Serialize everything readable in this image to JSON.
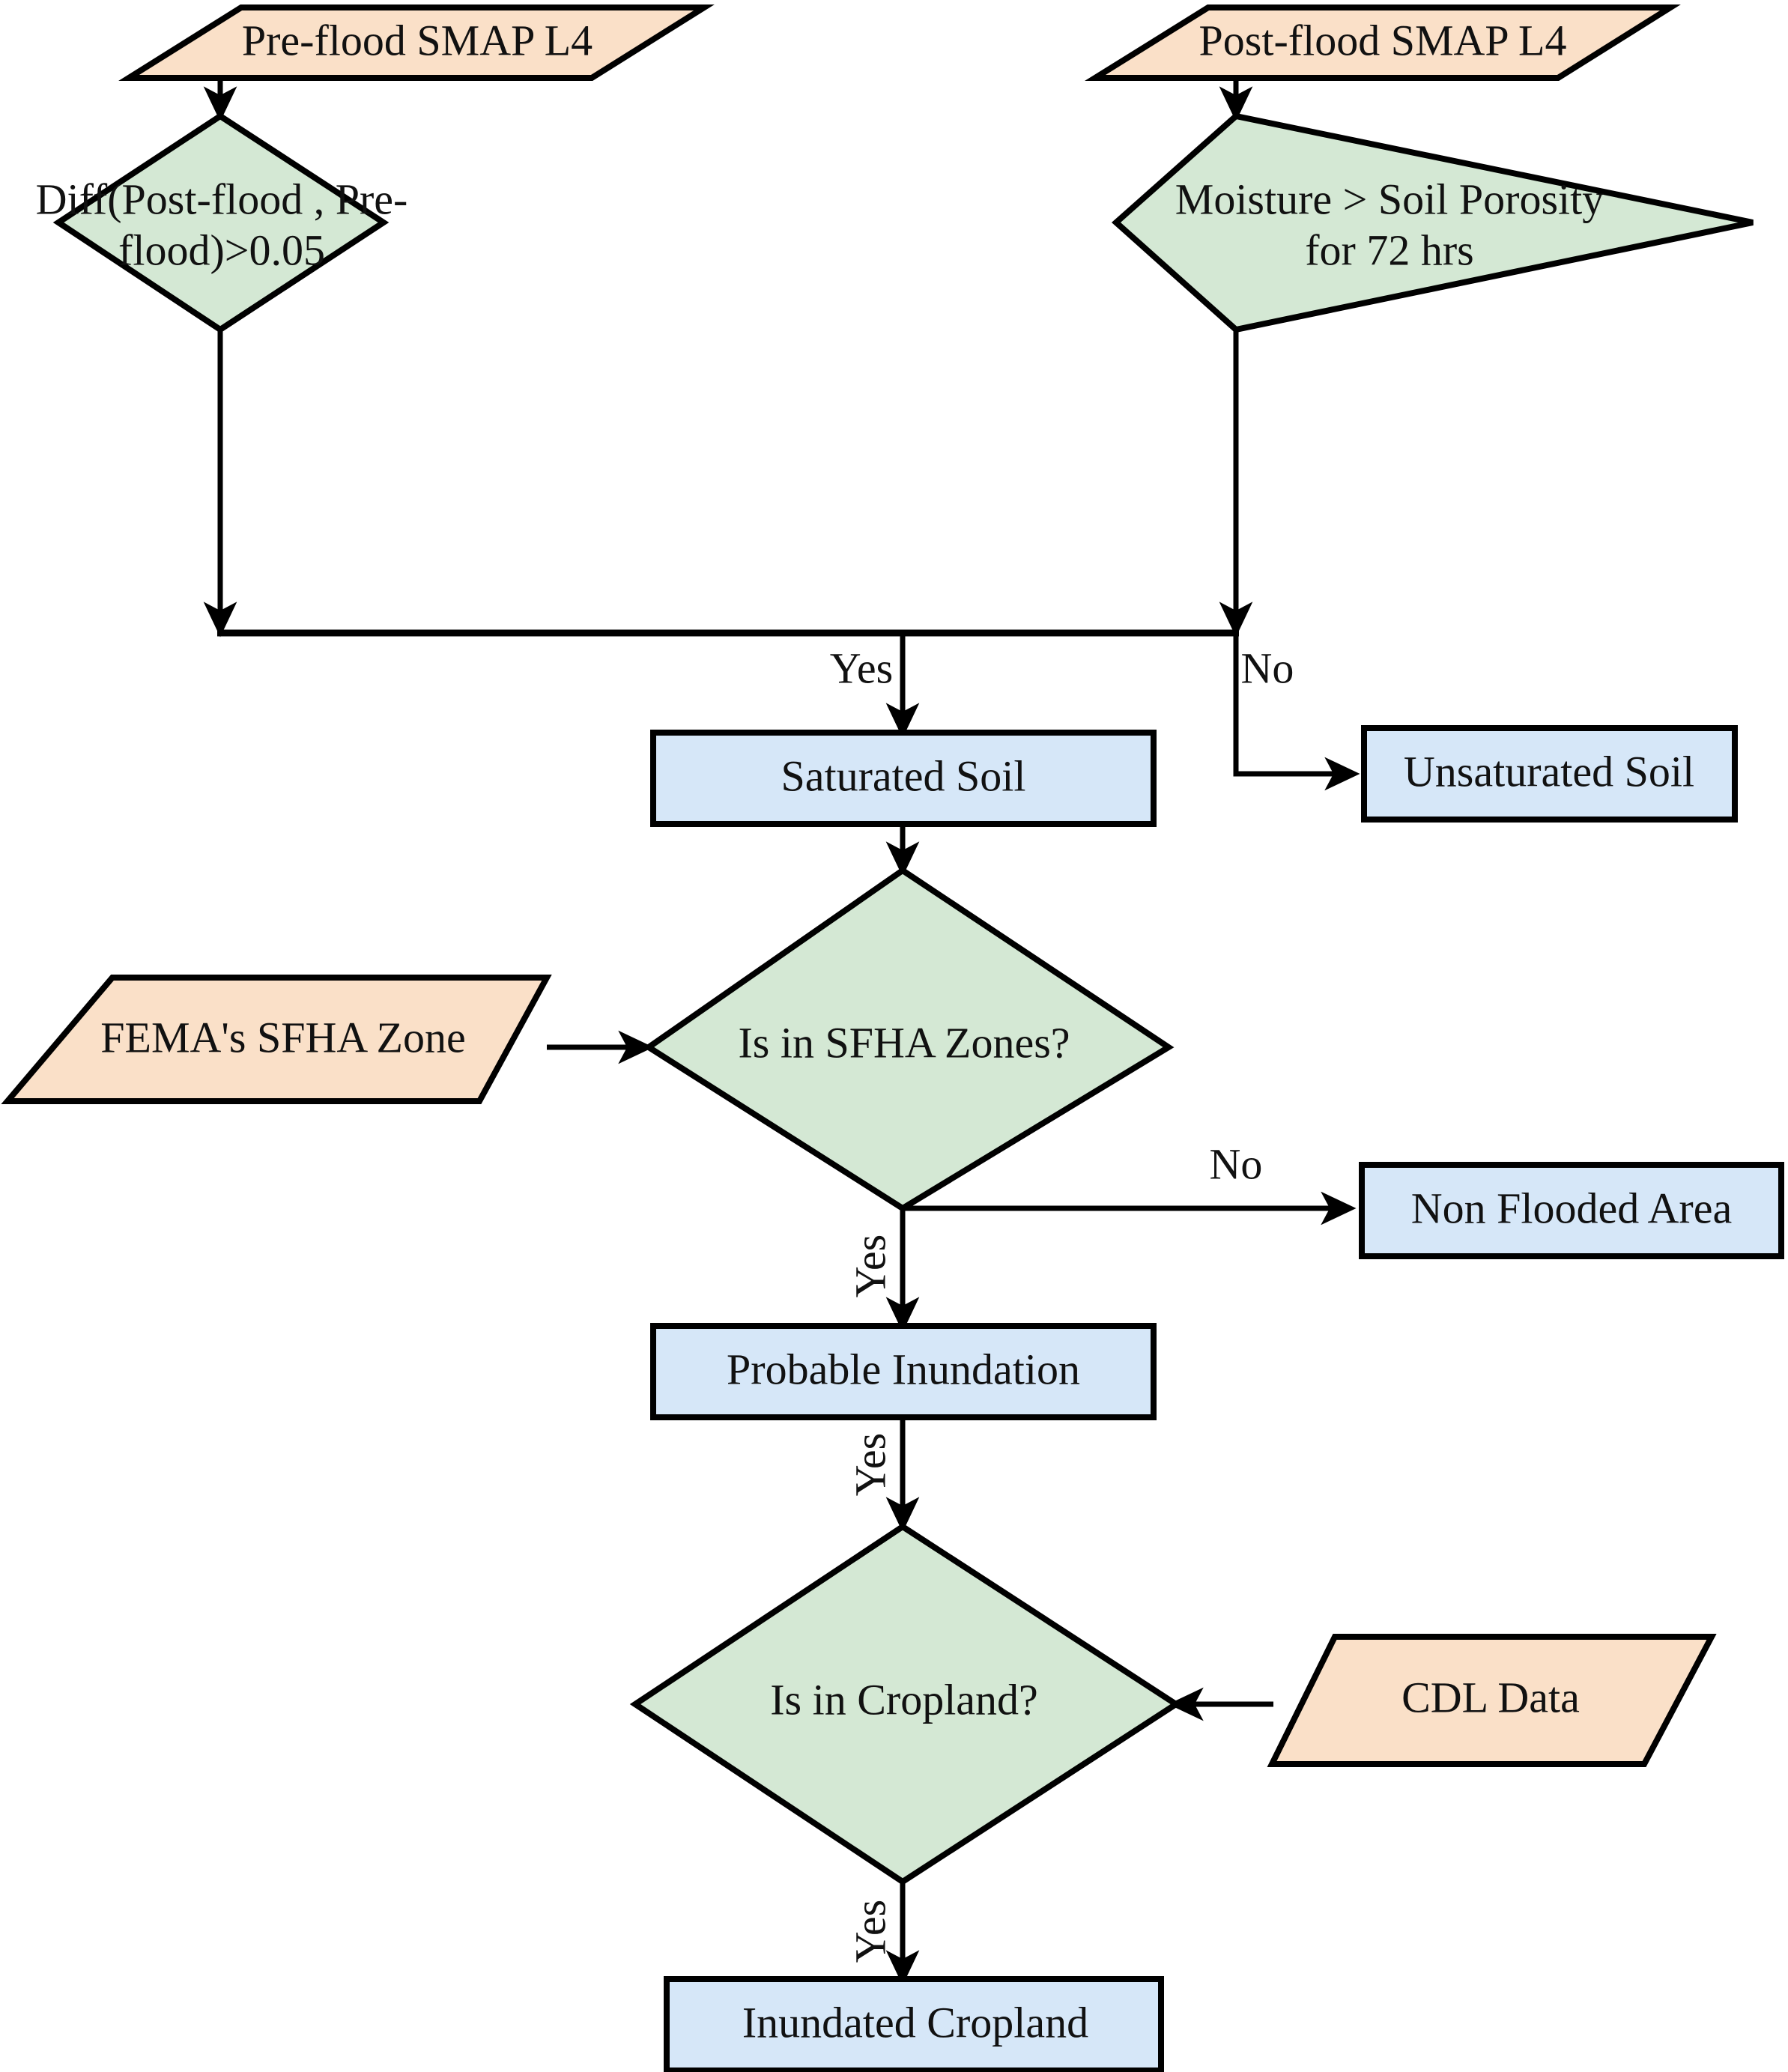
{
  "diagram": {
    "title": "Flood Inundation Decision Flowchart",
    "type": "flowchart",
    "colors": {
      "data_fill": "#fae0c8",
      "decision_fill": "#d4e8d4",
      "process_fill": "#d6e7f8",
      "stroke": "#000000",
      "text": "#111111",
      "background": "#ffffff"
    }
  },
  "nodes": {
    "pre_flood_smap": {
      "label": "Pre-flood SMAP L4",
      "shape": "parallelogram",
      "role": "data-input"
    },
    "post_flood_smap": {
      "label": "Post-flood SMAP L4",
      "shape": "parallelogram",
      "role": "data-input"
    },
    "diff_check": {
      "label_line1": "Diff(Post-flood , Pre-",
      "label_line2": "flood)>0.05",
      "shape": "diamond",
      "role": "decision"
    },
    "moisture_check": {
      "label_line1": "Moisture > Soil Porosity",
      "label_line2": "for 72 hrs",
      "shape": "diamond",
      "role": "decision"
    },
    "saturated_soil": {
      "label": "Saturated Soil",
      "shape": "rectangle",
      "role": "process"
    },
    "unsaturated_soil": {
      "label": "Unsaturated Soil",
      "shape": "rectangle",
      "role": "process"
    },
    "fema_sfha_zone": {
      "label": "FEMA's SFHA Zone",
      "shape": "parallelogram",
      "role": "data-input"
    },
    "sfha_check": {
      "label": "Is in SFHA Zones?",
      "shape": "diamond",
      "role": "decision"
    },
    "non_flooded_area": {
      "label": "Non Flooded Area",
      "shape": "rectangle",
      "role": "process"
    },
    "probable_inundation": {
      "label": "Probable Inundation",
      "shape": "rectangle",
      "role": "process"
    },
    "cropland_check": {
      "label": "Is in Cropland?",
      "shape": "diamond",
      "role": "decision"
    },
    "cdl_data": {
      "label": "CDL Data",
      "shape": "parallelogram",
      "role": "data-input"
    },
    "inundated_cropland": {
      "label": "Inundated Cropland",
      "shape": "rectangle",
      "role": "process"
    }
  },
  "edge_labels": {
    "merge_yes": "Yes",
    "merge_no": "No",
    "sfha_yes": "Yes",
    "sfha_no": "No",
    "inundation_yes": "Yes",
    "cropland_yes": "Yes"
  }
}
